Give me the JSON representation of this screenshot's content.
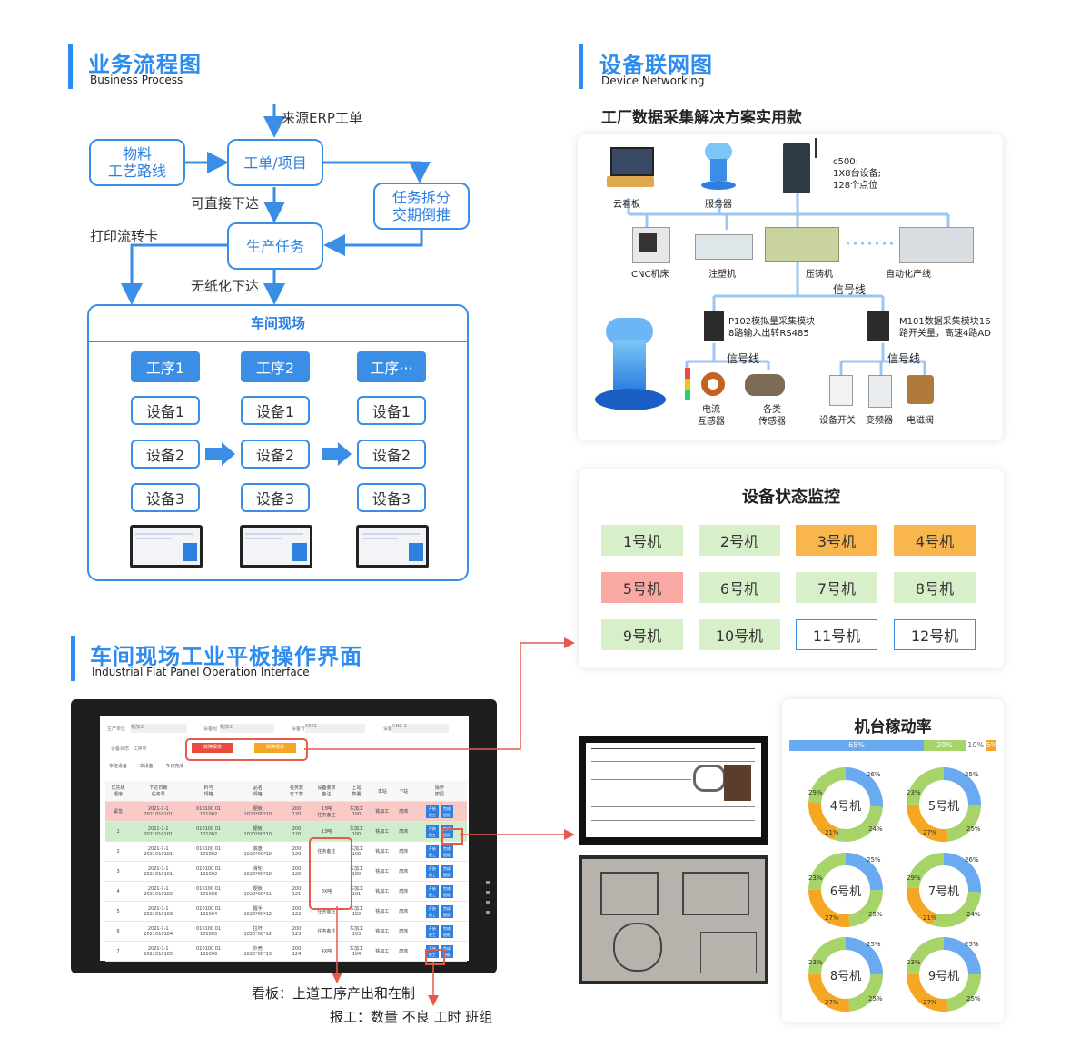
{
  "business": {
    "title": "业务流程图",
    "subtitle": "Business Process",
    "erp_label": "来源ERP工单",
    "material": "物料\n工艺路线",
    "work_order": "工单/项目",
    "task_split": "任务拆分\n交期倒推",
    "direct_issue": "可直接下达",
    "print_card": "打印流转卡",
    "production_task": "生产任务",
    "paperless": "无纸化下达",
    "workshop": "车间现场",
    "steps": [
      "工序1",
      "工序2",
      "工序···"
    ],
    "devices": [
      "设备1",
      "设备2",
      "设备3"
    ]
  },
  "network": {
    "title": "设备联网图",
    "subtitle": "Device Networking",
    "heading": "工厂数据采集解决方案实用款",
    "kanban": "云看板",
    "server": "服务器",
    "c500": "c500:\n1X8台设备;\n128个点位",
    "cnc": "CNC机床",
    "injection": "注塑机",
    "diecast": "压铸机",
    "autoline": "自动化产线",
    "signal_top": "信号线",
    "p102": "P102模拟量采集模块\n8路输入出转RS485",
    "m101": "M101数据采集模块16\n路开关量，高速4路AD",
    "signal_left": "信号线",
    "signal_right": "信号线",
    "current": "电流\n互感器",
    "sensors": "各类\n传感器",
    "switch": "设备开关",
    "inverter": "变频器",
    "solenoid": "电磁阀"
  },
  "monitor": {
    "title": "设备状态监控",
    "machines": [
      {
        "name": "1号机",
        "status": "green"
      },
      {
        "name": "2号机",
        "status": "green"
      },
      {
        "name": "3号机",
        "status": "orange"
      },
      {
        "name": "4号机",
        "status": "orange"
      },
      {
        "name": "5号机",
        "status": "red"
      },
      {
        "name": "6号机",
        "status": "green"
      },
      {
        "name": "7号机",
        "status": "green"
      },
      {
        "name": "8号机",
        "status": "green"
      },
      {
        "name": "9号机",
        "status": "green"
      },
      {
        "name": "10号机",
        "status": "green"
      },
      {
        "name": "11号机",
        "status": "outline"
      },
      {
        "name": "12号机",
        "status": "outline"
      }
    ],
    "colors": {
      "green": "#d8f0c9",
      "orange": "#f8b64c",
      "red": "#f9a8a3",
      "outline": "#3b8ee6"
    }
  },
  "panel": {
    "title": "车间现场工业平板操作界面",
    "subtitle": "Industrial Flat Panel Operation Interface",
    "filter_labels": [
      "生产单位",
      "设备组",
      "设备号",
      "设备",
      "设备状态"
    ],
    "filter_values": [
      "机加工",
      "机加工",
      "X001",
      "CNC-1",
      "工序中"
    ],
    "btn_red": "故障报修",
    "btn_orange": "故障报修",
    "tabs": [
      "本班设备",
      "本设备",
      "今日完成"
    ],
    "headers": [
      "优先级\n顺序",
      "下达日期\n任务号",
      "料号\n规格",
      "品名\n规格",
      "任务数\n已工数",
      "设备要求\n备注",
      "上站\n数量",
      "本站",
      "下站",
      "操作\n按钮"
    ],
    "rows": [
      [
        "紧急",
        "2021-1-1\n2021010101",
        "010100 01\n101002",
        "梗板\n1020*00*10",
        "200\n120",
        "13吨\n任务备注",
        "车加工\n100",
        "铣加工",
        "磨床"
      ],
      [
        "1",
        "2021-1-1\n2021010101",
        "010100 01\n101002",
        "梗板\n1020*00*10",
        "200\n120",
        "13吨",
        "车加工\n100",
        "铣加工",
        "磨床"
      ],
      [
        "2",
        "2021-1-1\n2021010101",
        "010100 01\n101002",
        "底盘\n1020*00*10",
        "200\n120",
        "任务备注",
        "车加工\n100",
        "铣加工",
        "磨床"
      ],
      [
        "3",
        "2021-1-1\n2021010101",
        "010100 01\n101002",
        "滑轮\n1020*00*10",
        "200\n120",
        "",
        "车加工\n100",
        "铣加工",
        "磨床"
      ],
      [
        "4",
        "2021-1-1\n2021010102",
        "010100 01\n101003",
        "梗板\n1020*00*11",
        "200\n121",
        "8X吨",
        "车加工\n101",
        "铣加工",
        "磨床"
      ],
      [
        "5",
        "2021-1-1\n2021010103",
        "010100 01\n101004",
        "握手\n1020*00*12",
        "200\n122",
        "任务备注",
        "车加工\n102",
        "铣加工",
        "磨床"
      ],
      [
        "6",
        "2021-1-1\n2021010104",
        "010100 01\n101005",
        "拉杆\n1020*00*12",
        "200\n123",
        "任务备注",
        "车加工\n103",
        "铣加工",
        "磨床"
      ],
      [
        "7",
        "2021-1-1\n2021010105",
        "010100 01\n101006",
        "外壳\n1020*00*13",
        "200\n124",
        "4X吨",
        "车加工\n104",
        "铣加工",
        "磨床"
      ]
    ],
    "op_buttons": [
      "开始",
      "完成",
      "报工",
      "图纸"
    ],
    "kanban_note": "看板：上道工序产出和在制",
    "report_note": "报工：数量 不良 工时 班组"
  },
  "oee": {
    "title": "机台稼动率",
    "legend": [
      "65%",
      "20%",
      "10%",
      "5%"
    ],
    "legend_values": [
      65,
      20,
      10,
      5
    ],
    "colors": [
      "#6aaaf0",
      "#a6d468",
      "#ffffff",
      "#f5a623"
    ],
    "machines": [
      {
        "name": "4号机",
        "pcts": [
          "26%",
          "24%",
          "21%",
          "29%"
        ]
      },
      {
        "name": "5号机",
        "pcts": [
          "25%",
          "25%",
          "27%",
          "23%"
        ]
      },
      {
        "name": "6号机",
        "pcts": [
          "25%",
          "25%",
          "27%",
          "23%"
        ]
      },
      {
        "name": "7号机",
        "pcts": [
          "26%",
          "24%",
          "21%",
          "29%"
        ]
      },
      {
        "name": "8号机",
        "pcts": [
          "25%",
          "25%",
          "27%",
          "23%"
        ]
      },
      {
        "name": "9号机",
        "pcts": [
          "25%",
          "25%",
          "27%",
          "23%"
        ]
      }
    ]
  }
}
